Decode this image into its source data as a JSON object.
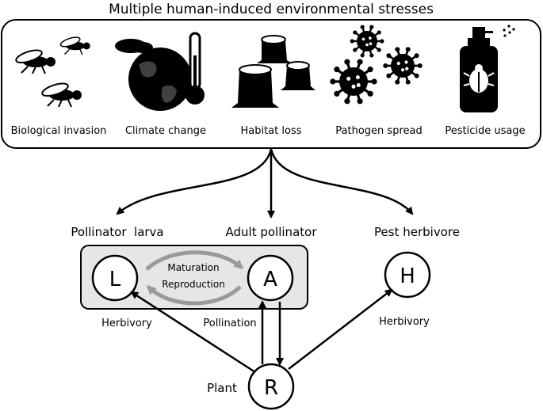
{
  "header": {
    "title": "Multiple human-induced environmental stresses"
  },
  "stresses": [
    {
      "label": "Biological invasion",
      "icon": "flies-icon"
    },
    {
      "label": "Climate change",
      "icon": "globe-thermometer-icon"
    },
    {
      "label": "Habitat loss",
      "icon": "tree-stumps-icon"
    },
    {
      "label": "Pathogen spread",
      "icon": "virus-icon"
    },
    {
      "label": "Pesticide usage",
      "icon": "spray-bottle-icon"
    }
  ],
  "nodes": {
    "larva": {
      "letter": "L",
      "title": "Pollinator  larva"
    },
    "adult": {
      "letter": "A",
      "title": "Adult pollinator"
    },
    "herbivore": {
      "letter": "H",
      "title": "Pest herbivore"
    },
    "plant": {
      "letter": "R",
      "title": "Plant"
    }
  },
  "cycle": {
    "maturation": "Maturation",
    "reproduction": "Reproduction"
  },
  "interactions": {
    "larva_herbivory": "Herbivory",
    "pollination": "Pollination",
    "herbivore_herbivory": "Herbivory"
  }
}
